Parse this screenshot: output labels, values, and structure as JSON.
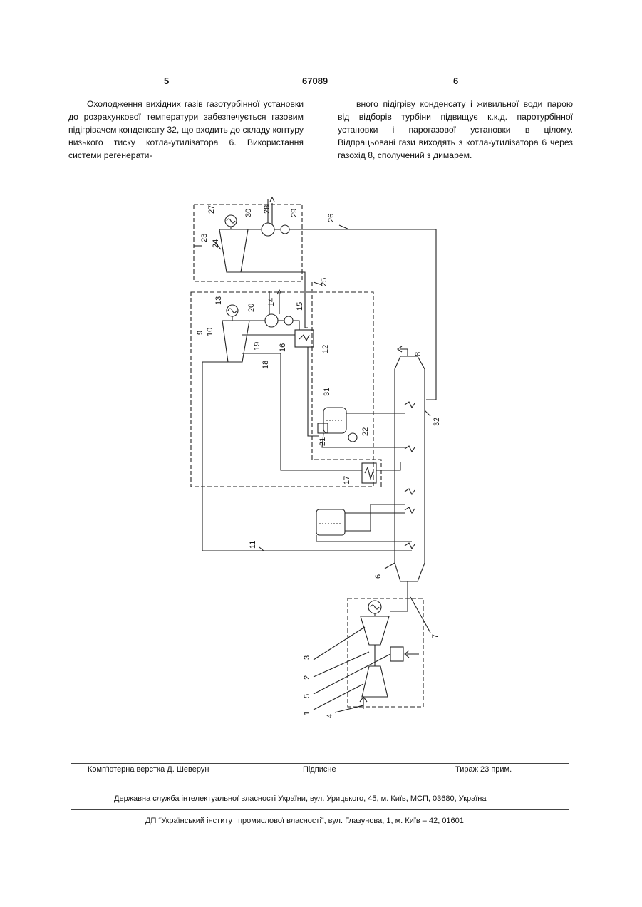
{
  "header": {
    "left_page": "5",
    "patent_number": "67089",
    "right_page": "6"
  },
  "text": {
    "left_column": "Охолодження вихідних газів газотурбінної установки до розрахункової температури забезпечується газовим підігрівачем конденсату 32, що входить до складу контуру низького тиску котла-утилізатора 6. Використання системи регенерати-",
    "right_column": "вного підігріву конденсату і живильної води парою від відборів турбіни підвищує к.к.д. паротурбінної установки і парогазової установки в цілому. Відпрацьовані гази виходять з котла-утилізатора 6 через газохід 8, сполучений з димарем."
  },
  "figure": {
    "labels": [
      "1",
      "2",
      "3",
      "4",
      "5",
      "6",
      "7",
      "8",
      "9",
      "10",
      "11",
      "12",
      "13",
      "14",
      "15",
      "16",
      "17",
      "18",
      "19",
      "20",
      "21",
      "22",
      "23",
      "24",
      "25",
      "26",
      "27",
      "28",
      "29",
      "30",
      "31",
      "32"
    ]
  },
  "footer": {
    "layout": "Комп'ютерна верстка Д. Шеверун",
    "subscription": "Підписне",
    "circulation": "Тираж 23 прим.",
    "agency": "Державна служба інтелектуальної власності України, вул. Урицького, 45, м. Київ, МСП, 03680, Україна",
    "institute": "ДП “Український інститут промислової власності”, вул. Глазунова, 1, м. Київ – 42, 01601"
  }
}
